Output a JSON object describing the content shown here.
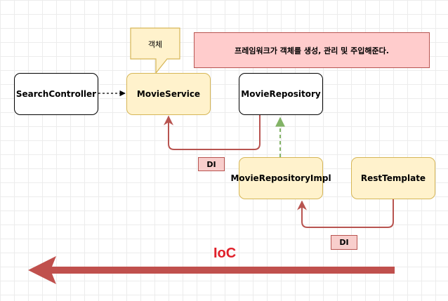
{
  "nodes": {
    "search_controller": "SearchController",
    "movie_service": "MovieService",
    "movie_repository": "MovieRepository",
    "movie_repository_impl": "MovieRepositoryImpl",
    "rest_template": "RestTemplate"
  },
  "callout": {
    "text": "객체"
  },
  "note": {
    "text": "프레임워크가 객체를 생성, 관리 및 주입해준다."
  },
  "labels": {
    "di_1": "DI",
    "di_2": "DI",
    "ioc": "IoC"
  },
  "colors": {
    "object_fill": "#fff2cc",
    "object_stroke": "#d6b656",
    "note_fill": "#ffcccc",
    "di_fill": "#f8cecc",
    "di_stroke": "#b85450",
    "inject_arrow": "#b85450",
    "implements_arrow": "#82b366",
    "ioc_text": "#e0202a",
    "ioc_arrow": "#c0504d"
  }
}
